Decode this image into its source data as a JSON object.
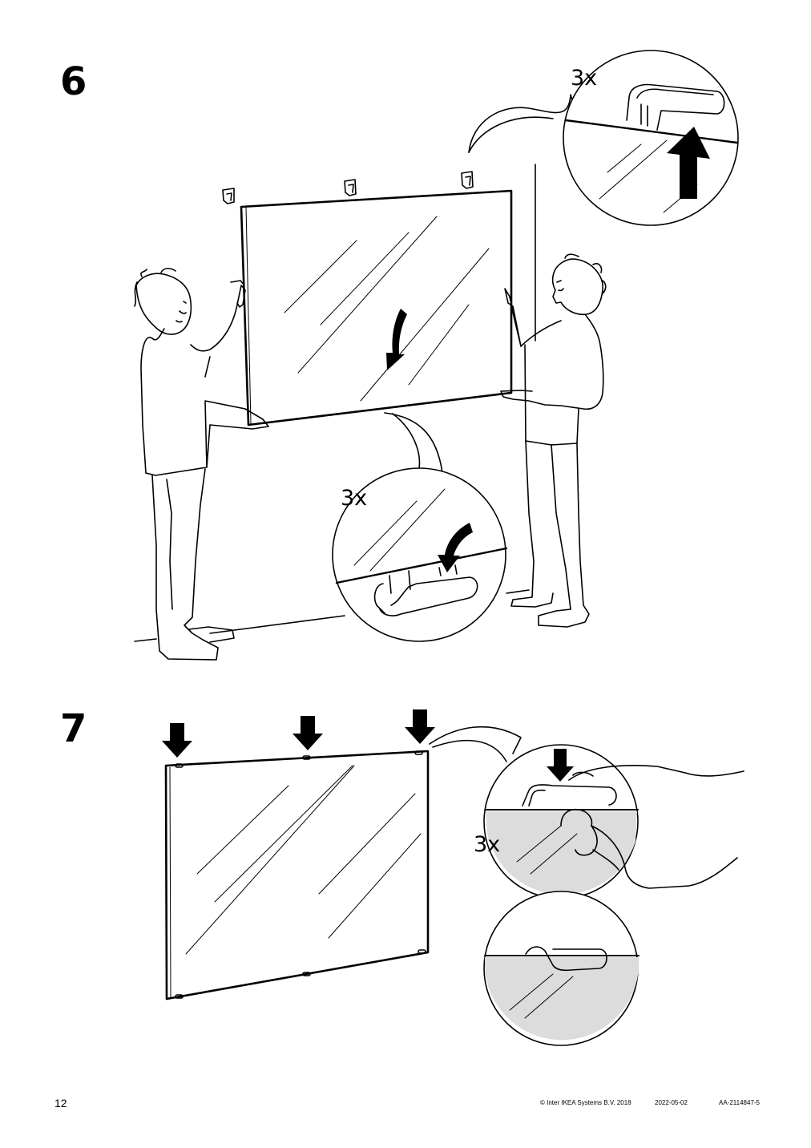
{
  "steps": [
    {
      "number": "6",
      "quantity": "3x",
      "quantity_bottom": "3x"
    },
    {
      "number": "7",
      "quantity": "3x"
    }
  ],
  "footer": {
    "page_number": "12",
    "copyright": "© Inter IKEA Systems B.V. 2018",
    "date": "2022-05-02",
    "doc_code": "AA-2114847-5"
  },
  "icons": [
    "down-arrow-icon",
    "up-arrow-icon",
    "curved-arrow-icon"
  ]
}
